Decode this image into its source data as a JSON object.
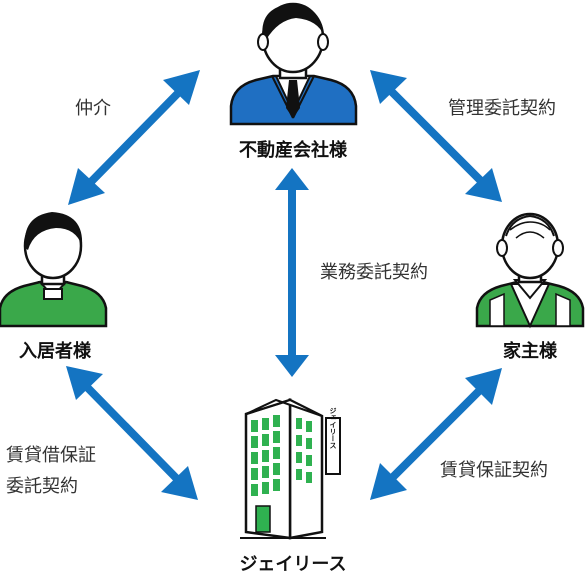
{
  "colors": {
    "arrow": "#1474c2",
    "suit": "#1f6fc2",
    "shirt_green": "#3aa84a",
    "window_green": "#2fb150",
    "outline": "#111111",
    "text": "#333333"
  },
  "nodes": {
    "real_estate": {
      "label": "不動産会社様",
      "icon": "businessman-icon"
    },
    "tenant": {
      "label": "入居者様",
      "icon": "tenant-person-icon"
    },
    "landlord": {
      "label": "家主様",
      "icon": "elderly-landlord-icon"
    },
    "jlease": {
      "label": "ジェイリース",
      "icon": "office-building-icon",
      "sign": "ジェイリース"
    }
  },
  "relations": {
    "brokerage": {
      "label": "仲介"
    },
    "management_contract": {
      "label": "管理委託契約"
    },
    "business_contract": {
      "label": "業務委託契約"
    },
    "tenant_guarantee": {
      "line1": "賃貸借保証",
      "line2": "委託契約"
    },
    "landlord_guarantee": {
      "label": "賃貸保証契約"
    }
  }
}
